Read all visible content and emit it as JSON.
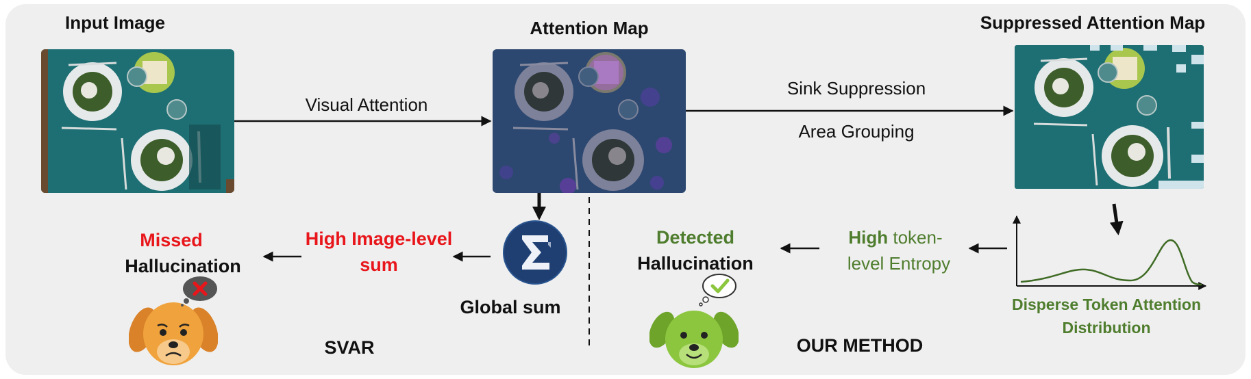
{
  "titles": {
    "input_image": "Input Image",
    "attention_map": "Attention Map",
    "suppressed_attention_map": "Suppressed Attention Map"
  },
  "arrows": {
    "visual_attention": "Visual Attention",
    "sink_suppression": "Sink Suppression",
    "area_grouping": "Area Grouping"
  },
  "svar": {
    "missed": "Missed",
    "hallucination": "Hallucination",
    "high_image_level_line1": "High Image-level",
    "high_image_level_line2": "sum",
    "global_sum": "Global sum",
    "method_name": "SVAR"
  },
  "ours": {
    "detected": "Detected",
    "hallucination": "Hallucination",
    "high_word": "High",
    "token_word": " token-",
    "level_entropy": "level Entropy",
    "disperse_line1": "Disperse Token Attention",
    "disperse_line2": "Distribution",
    "method_name": "OUR METHOD"
  },
  "colors": {
    "red": "#e8161b",
    "green": "#4f7d2e",
    "teal_cloth": "#1d6f73",
    "sigma_navy": "#1f3f73",
    "dog_orange": "#f0a23c",
    "dog_green": "#8cc63f"
  },
  "icons": [
    "sigma-icon",
    "sad-dog-icon",
    "happy-dog-icon",
    "x-mark-icon",
    "check-mark-icon"
  ]
}
